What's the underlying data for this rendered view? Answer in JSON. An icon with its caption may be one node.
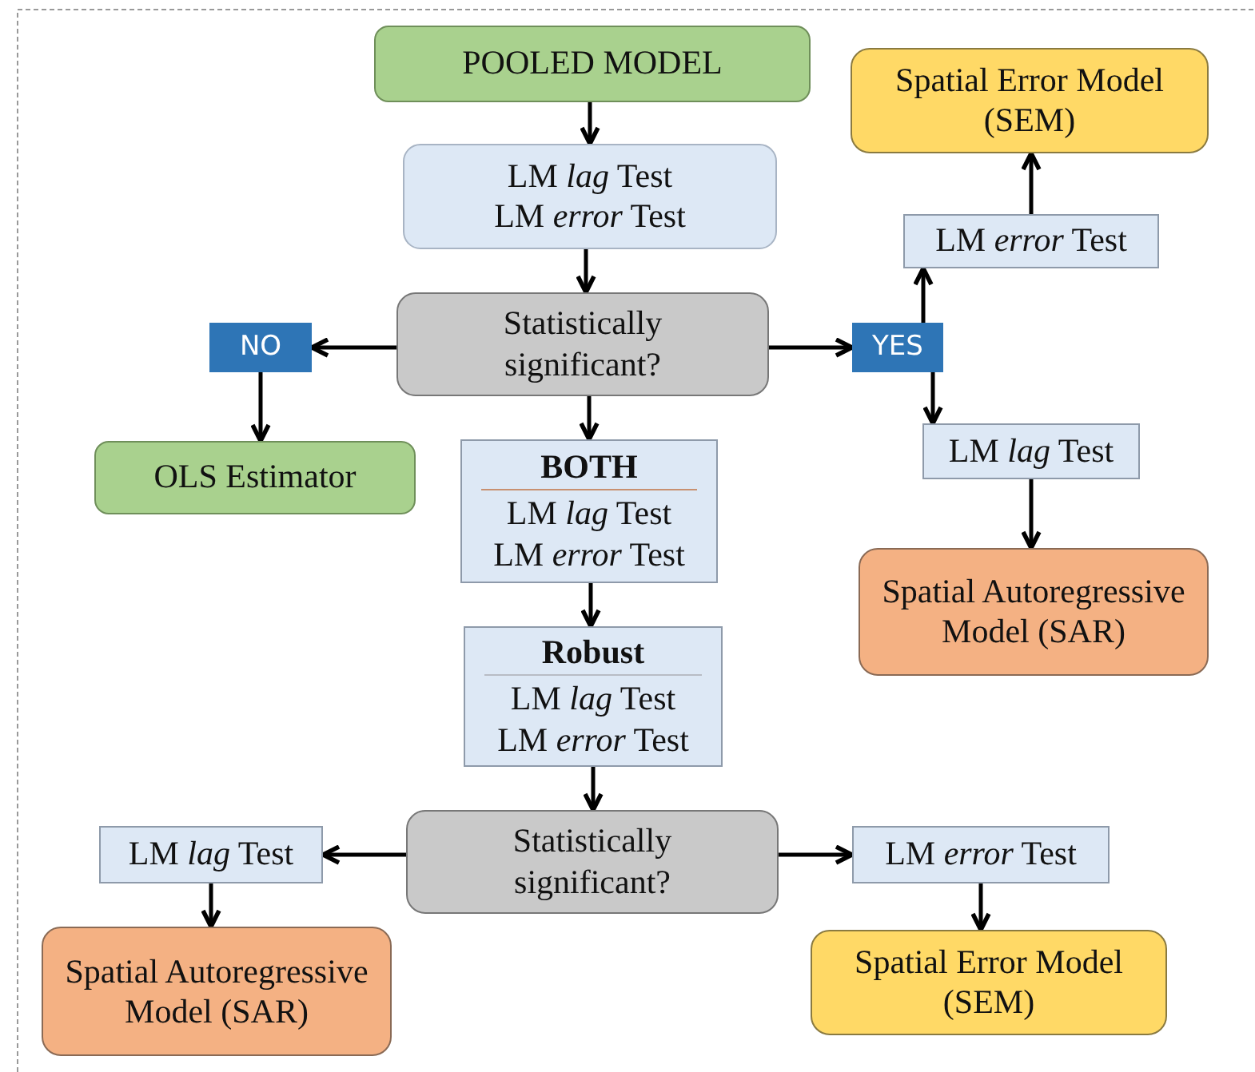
{
  "diagram": {
    "nodes": [
      {
        "text": [
          "POOLED MODEL"
        ]
      },
      {
        "text": [
          "LM *lag* Test",
          "LM *error* Test"
        ]
      },
      {
        "text": [
          "Statistically significant?"
        ]
      },
      {
        "text": [
          "NO"
        ]
      },
      {
        "text": [
          "YES"
        ]
      },
      {
        "text": [
          "OLS Estimator"
        ]
      },
      {
        "text": [
          "BOTH",
          "LM *lag* Test",
          "LM *error* Test"
        ]
      },
      {
        "text": [
          "Robust",
          "LM *lag* Test",
          "LM *error* Test"
        ]
      },
      {
        "text": [
          "Statistically significant?"
        ]
      },
      {
        "text": [
          "LM *lag* Test"
        ]
      },
      {
        "text": [
          "Spatial Autoregressive Model (SAR)"
        ]
      },
      {
        "text": [
          "LM *error* Test"
        ]
      },
      {
        "text": [
          "Spatial Error Model (SEM)"
        ]
      },
      {
        "text": [
          "Spatial Error Model (SEM)"
        ]
      },
      {
        "text": [
          "LM *error* Test"
        ]
      },
      {
        "text": [
          "LM *lag* Test"
        ]
      },
      {
        "text": [
          "Spatial Autoregressive Model (SAR)"
        ]
      }
    ],
    "edges": [
      {
        "from": 0,
        "to": 1,
        "arrow": "to"
      },
      {
        "from": 1,
        "to": 2,
        "arrow": "to"
      },
      {
        "from": 2,
        "to": 3,
        "arrow": "to"
      },
      {
        "from": 3,
        "to": 5,
        "arrow": "to"
      },
      {
        "from": 2,
        "to": 4,
        "arrow": "to"
      },
      {
        "from": 2,
        "to": 6,
        "arrow": "to"
      },
      {
        "from": 6,
        "to": 7,
        "arrow": "to"
      },
      {
        "from": 7,
        "to": 8,
        "arrow": "to"
      },
      {
        "from": 8,
        "to": 9,
        "arrow": "to"
      },
      {
        "from": 9,
        "to": 10,
        "arrow": "to"
      },
      {
        "from": 8,
        "to": 11,
        "arrow": "to"
      },
      {
        "from": 11,
        "to": 12,
        "arrow": "to"
      },
      {
        "from": 4,
        "to": 14,
        "arrow": "to"
      },
      {
        "from": 14,
        "to": 13,
        "arrow": "to"
      },
      {
        "from": 4,
        "to": 15,
        "arrow": "to"
      },
      {
        "from": 15,
        "to": 16,
        "arrow": "to"
      }
    ]
  }
}
